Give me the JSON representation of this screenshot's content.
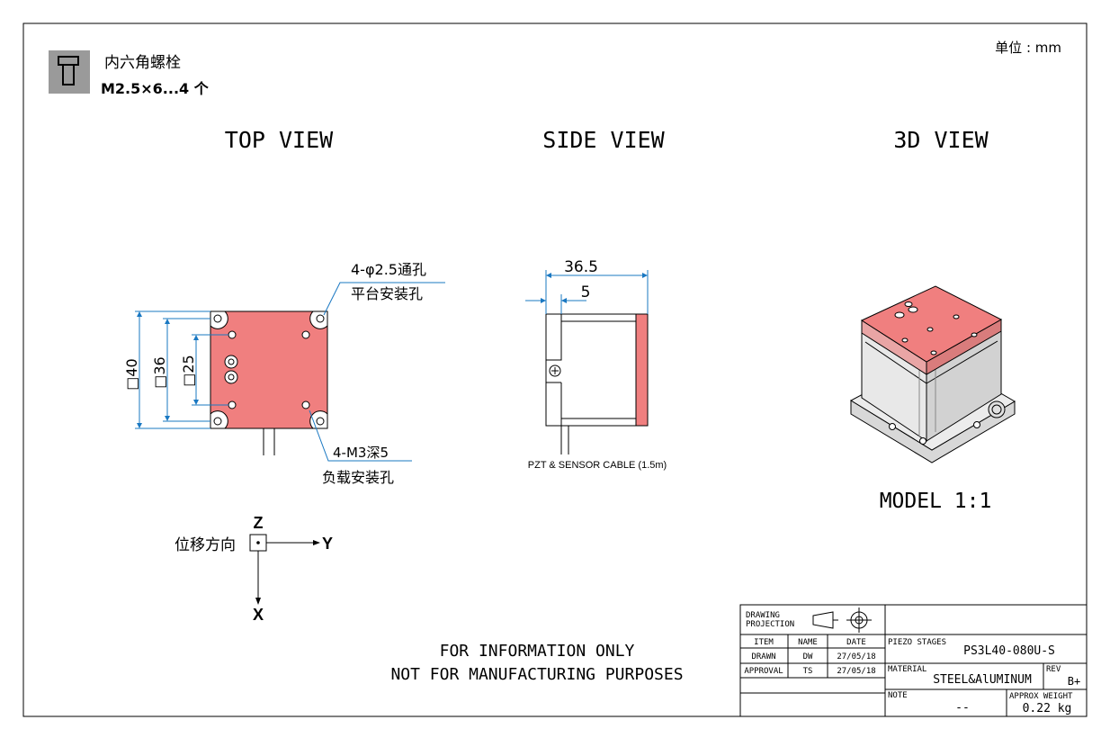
{
  "header": {
    "bolt_name": "内六角螺栓",
    "bolt_spec": "M2.5×6...4 个",
    "unit": "单位 : mm"
  },
  "views": {
    "top": "TOP VIEW",
    "side": "SIDE VIEW",
    "three_d": "3D VIEW",
    "model": "MODEL 1:1"
  },
  "top_view": {
    "dim_outer": "□40",
    "dim_mid": "□36",
    "dim_inner": "□25",
    "callout_holes_line1": "4-φ2.5通孔",
    "callout_holes_line2": "平台安装孔",
    "callout_threads_line1": "4-M3深5",
    "callout_threads_line2": "负载安装孔"
  },
  "side_view": {
    "dim_total": "36.5",
    "dim_small": "5",
    "cable_label": "PZT & SENSOR CABLE (1.5m)"
  },
  "axes": {
    "label": "位移方向",
    "z": "Z",
    "y": "Y",
    "x": "X"
  },
  "notice": {
    "line1": "FOR INFORMATION ONLY",
    "line2": "NOT FOR MANUFACTURING PURPOSES"
  },
  "title_block": {
    "projection_label_1": "DRAWING",
    "projection_label_2": "PROJECTION",
    "col_item": "ITEM",
    "col_name": "NAME",
    "col_date": "DATE",
    "row1_item": "DRAWN",
    "row1_name": "DW",
    "row1_date": "27/05/18",
    "row2_item": "APPROVAL",
    "row2_name": "TS",
    "row2_date": "27/05/18",
    "product_label": "PIEZO STAGES",
    "product_value": "PS3L40-080U-S",
    "material_label": "MATERIAL",
    "material_value": "STEEL&AlUMINUM",
    "rev_label": "REV",
    "rev_value": "B+",
    "note_label": "NOTE",
    "note_value": "--",
    "weight_label": "APPROX WEIGHT",
    "weight_value": "0.22  kg"
  },
  "colors": {
    "platform": "#f07f7f",
    "dimension_line": "#1a78c2",
    "icon_bg": "#9a9a9a"
  }
}
